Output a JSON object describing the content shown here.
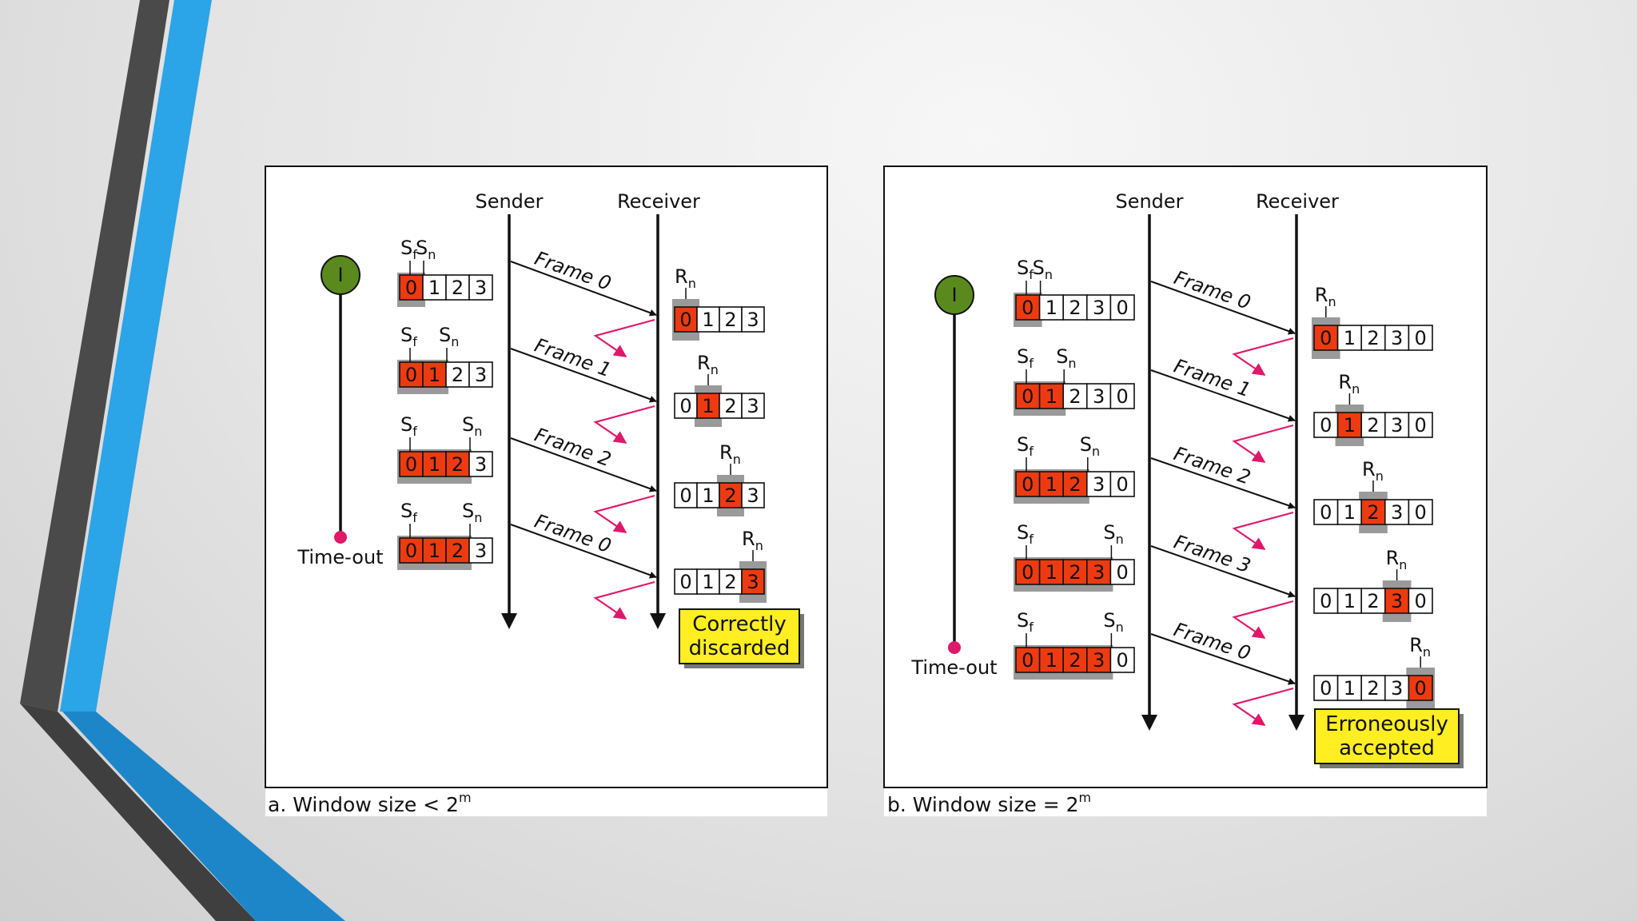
{
  "colors": {
    "accent_blue": "#29a3e6",
    "accent_dark": "#4a4a4a",
    "highlight_cell": "#ee3a10",
    "window_shadow": "#9a9a9a",
    "note_bg": "#ffee22",
    "timer": "#5a8a1e",
    "timeout_dot": "#e0186a",
    "ack_arrow": "#e0186a"
  },
  "panels": [
    {
      "sender_label": "Sender",
      "receiver_label": "Receiver",
      "timer_symbol": "I",
      "timeout_label": "Time-out",
      "cells": [
        "0",
        "1",
        "2",
        "3"
      ],
      "sender_windows": [
        {
          "sf": 0,
          "sn": 1,
          "filled": 1
        },
        {
          "sf": 0,
          "sn": 2,
          "filled": 2
        },
        {
          "sf": 0,
          "sn": 3,
          "filled": 3
        },
        {
          "sf": 0,
          "sn": 3,
          "filled": 3
        }
      ],
      "frames": [
        "Frame 0",
        "Frame 1",
        "Frame 2",
        "Frame 0"
      ],
      "receiver_rn": [
        0,
        1,
        2,
        3
      ],
      "note": [
        "Correctly",
        "discarded"
      ],
      "caption_main": "a. Window size < 2",
      "caption_sup": "m"
    },
    {
      "sender_label": "Sender",
      "receiver_label": "Receiver",
      "timer_symbol": "I",
      "timeout_label": "Time-out",
      "cells": [
        "0",
        "1",
        "2",
        "3",
        "0"
      ],
      "sender_windows": [
        {
          "sf": 0,
          "sn": 1,
          "filled": 1
        },
        {
          "sf": 0,
          "sn": 2,
          "filled": 2
        },
        {
          "sf": 0,
          "sn": 3,
          "filled": 3
        },
        {
          "sf": 0,
          "sn": 4,
          "filled": 4
        },
        {
          "sf": 0,
          "sn": 4,
          "filled": 4
        }
      ],
      "frames": [
        "Frame 0",
        "Frame 1",
        "Frame 2",
        "Frame 3",
        "Frame 0"
      ],
      "receiver_rn": [
        0,
        1,
        2,
        3,
        4
      ],
      "note": [
        "Erroneously",
        "accepted"
      ],
      "caption_main": "b. Window size = 2",
      "caption_sup": "m"
    }
  ]
}
